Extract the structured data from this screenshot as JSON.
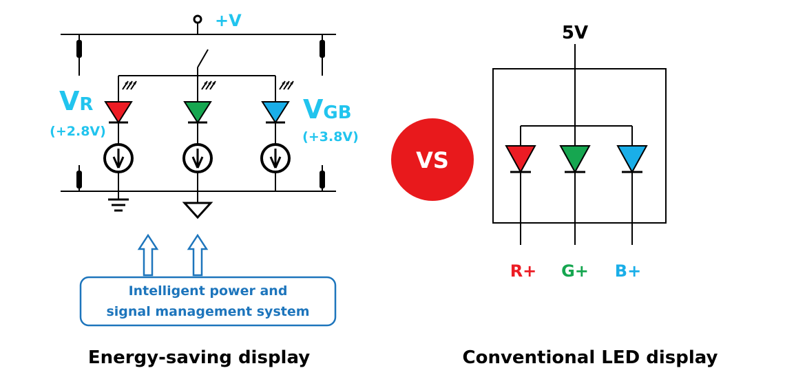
{
  "left": {
    "supply_label": "+V",
    "vr": {
      "main": "V",
      "sub": "R",
      "value": "(+2.8V)"
    },
    "vgb": {
      "main": "V",
      "sub": "GB",
      "value": "(+3.8V)"
    },
    "management_box": {
      "line1": "Intelligent power and",
      "line2": "signal management system"
    },
    "caption": "Energy-saving display"
  },
  "vs_label": "VS",
  "right": {
    "supply_label": "5V",
    "pins": [
      "R+",
      "G+",
      "B+"
    ],
    "caption": "Conventional LED display"
  },
  "colors": {
    "red": "#ec1c24",
    "green": "#16a650",
    "blue": "#1aaee8",
    "cyan_text": "#21c4ee",
    "dark_blue": "#1d75bc",
    "vs_circle": "#e8191c",
    "line": "#000000"
  }
}
